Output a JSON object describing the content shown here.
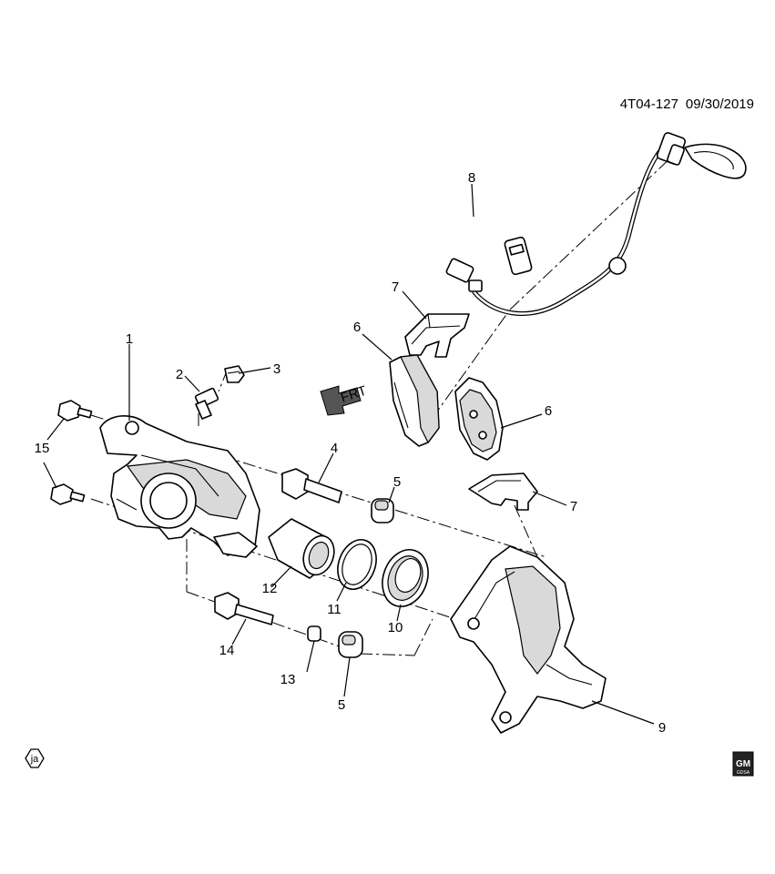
{
  "header": {
    "code": "4T04-127",
    "date": "09/30/2019"
  },
  "direction_label": "FRT",
  "badge_left": "ja",
  "logo": {
    "top": "GM",
    "bottom": "GDSA"
  },
  "callouts": [
    {
      "id": "c1",
      "text": "1"
    },
    {
      "id": "c2",
      "text": "2"
    },
    {
      "id": "c3",
      "text": "3"
    },
    {
      "id": "c4",
      "text": "4"
    },
    {
      "id": "c5a",
      "text": "5"
    },
    {
      "id": "c5b",
      "text": "5"
    },
    {
      "id": "c6a",
      "text": "6"
    },
    {
      "id": "c6b",
      "text": "6"
    },
    {
      "id": "c7a",
      "text": "7"
    },
    {
      "id": "c7b",
      "text": "7"
    },
    {
      "id": "c8",
      "text": "8"
    },
    {
      "id": "c9",
      "text": "9"
    },
    {
      "id": "c10",
      "text": "10"
    },
    {
      "id": "c11",
      "text": "11"
    },
    {
      "id": "c12",
      "text": "12"
    },
    {
      "id": "c13",
      "text": "13"
    },
    {
      "id": "c14",
      "text": "14"
    },
    {
      "id": "c15",
      "text": "15"
    }
  ]
}
